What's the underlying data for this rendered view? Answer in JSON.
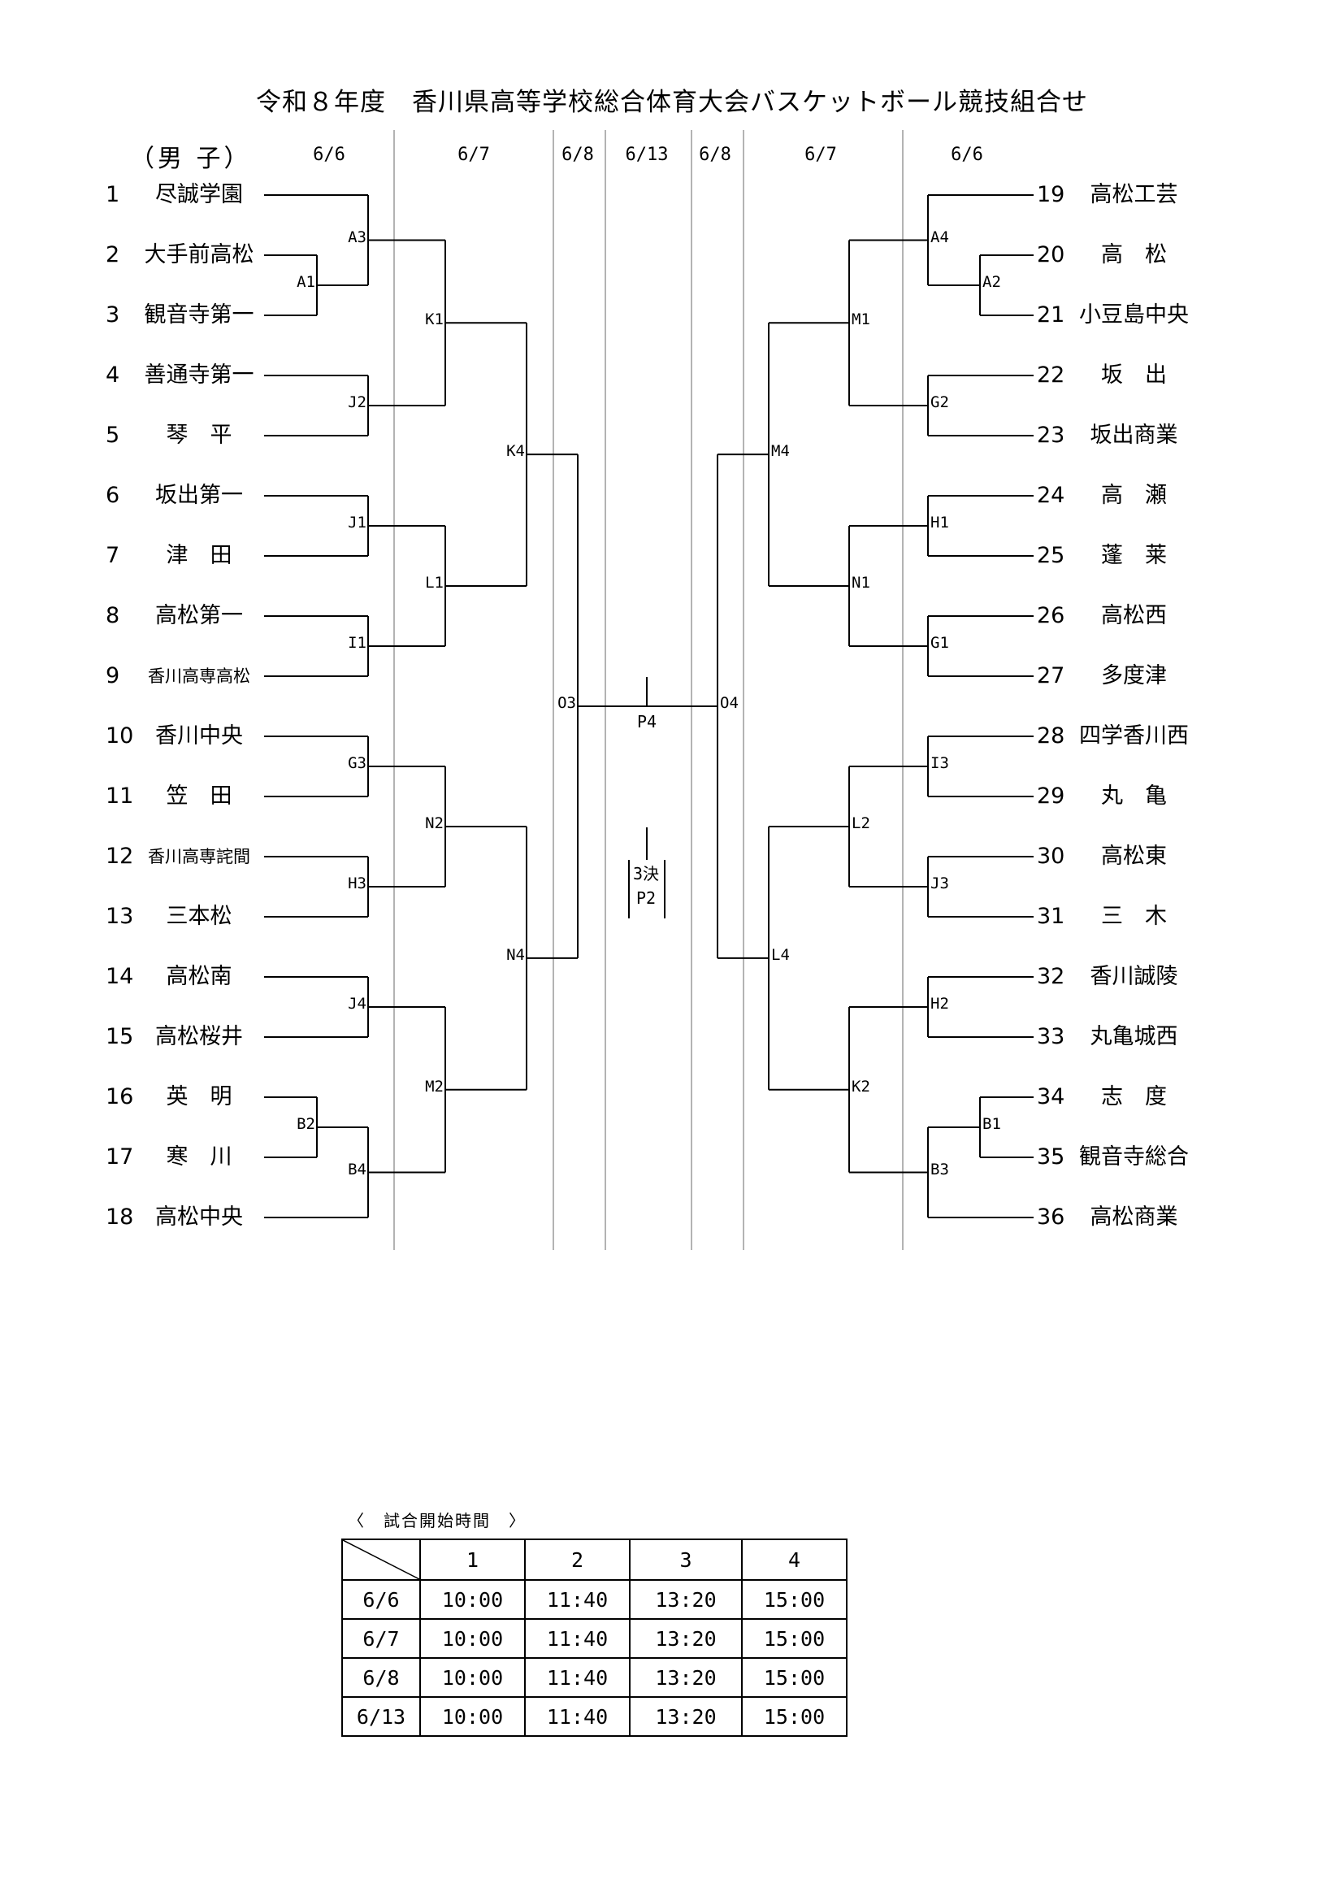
{
  "title": "令和８年度　香川県高等学校総合体育大会バスケットボール競技組合せ",
  "division": "（男 子）",
  "dates": {
    "l1": "6/6",
    "l2": "6/7",
    "l3": "6/8",
    "center": "6/13",
    "r3": "6/8",
    "r2": "6/7",
    "r1": "6/6"
  },
  "teams": [
    {
      "no": "1",
      "name": "尽誠学園"
    },
    {
      "no": "2",
      "name": "大手前高松"
    },
    {
      "no": "3",
      "name": "観音寺第一"
    },
    {
      "no": "4",
      "name": "善通寺第一"
    },
    {
      "no": "5",
      "name": "琴　平"
    },
    {
      "no": "6",
      "name": "坂出第一"
    },
    {
      "no": "7",
      "name": "津　田"
    },
    {
      "no": "8",
      "name": "高松第一"
    },
    {
      "no": "9",
      "name": "香川高専高松"
    },
    {
      "no": "10",
      "name": "香川中央"
    },
    {
      "no": "11",
      "name": "笠　田"
    },
    {
      "no": "12",
      "name": "香川高専詫間"
    },
    {
      "no": "13",
      "name": "三本松"
    },
    {
      "no": "14",
      "name": "高松南"
    },
    {
      "no": "15",
      "name": "高松桜井"
    },
    {
      "no": "16",
      "name": "英　明"
    },
    {
      "no": "17",
      "name": "寒　川"
    },
    {
      "no": "18",
      "name": "高松中央"
    },
    {
      "no": "19",
      "name": "高松工芸"
    },
    {
      "no": "20",
      "name": "高　松"
    },
    {
      "no": "21",
      "name": "小豆島中央"
    },
    {
      "no": "22",
      "name": "坂　出"
    },
    {
      "no": "23",
      "name": "坂出商業"
    },
    {
      "no": "24",
      "name": "高　瀬"
    },
    {
      "no": "25",
      "name": "蓬　莱"
    },
    {
      "no": "26",
      "name": "高松西"
    },
    {
      "no": "27",
      "name": "多度津"
    },
    {
      "no": "28",
      "name": "四学香川西"
    },
    {
      "no": "29",
      "name": "丸　亀"
    },
    {
      "no": "30",
      "name": "高松東"
    },
    {
      "no": "31",
      "name": "三　木"
    },
    {
      "no": "32",
      "name": "香川誠陵"
    },
    {
      "no": "33",
      "name": "丸亀城西"
    },
    {
      "no": "34",
      "name": "志　度"
    },
    {
      "no": "35",
      "name": "観音寺総合"
    },
    {
      "no": "36",
      "name": "高松商業"
    }
  ],
  "matches": {
    "A1": "A1",
    "A3": "A3",
    "J2": "J2",
    "J1": "J1",
    "I1": "I1",
    "G3": "G3",
    "H3": "H3",
    "J4": "J4",
    "B2": "B2",
    "B4": "B4",
    "K1": "K1",
    "L1": "L1",
    "N2": "N2",
    "M2": "M2",
    "K4": "K4",
    "N4": "N4",
    "O3": "O3",
    "A2": "A2",
    "A4": "A4",
    "G2": "G2",
    "H1": "H1",
    "G1": "G1",
    "I3": "I3",
    "J3": "J3",
    "H2": "H2",
    "B1": "B1",
    "B3": "B3",
    "M1": "M1",
    "N1": "N1",
    "L2": "L2",
    "K2": "K2",
    "M4": "M4",
    "L4": "L4",
    "O4": "O4",
    "P4": "P4",
    "third_label": "3決",
    "P2": "P2"
  },
  "schedule": {
    "caption": "〈　試合開始時間　〉",
    "columns": [
      "1",
      "2",
      "3",
      "4"
    ],
    "rows": [
      {
        "date": "6/6",
        "times": [
          "10:00",
          "11:40",
          "13:20",
          "15:00"
        ]
      },
      {
        "date": "6/7",
        "times": [
          "10:00",
          "11:40",
          "13:20",
          "15:00"
        ]
      },
      {
        "date": "6/8",
        "times": [
          "10:00",
          "11:40",
          "13:20",
          "15:00"
        ]
      },
      {
        "date": "6/13",
        "times": [
          "10:00",
          "11:40",
          "13:20",
          "15:00"
        ]
      }
    ]
  }
}
